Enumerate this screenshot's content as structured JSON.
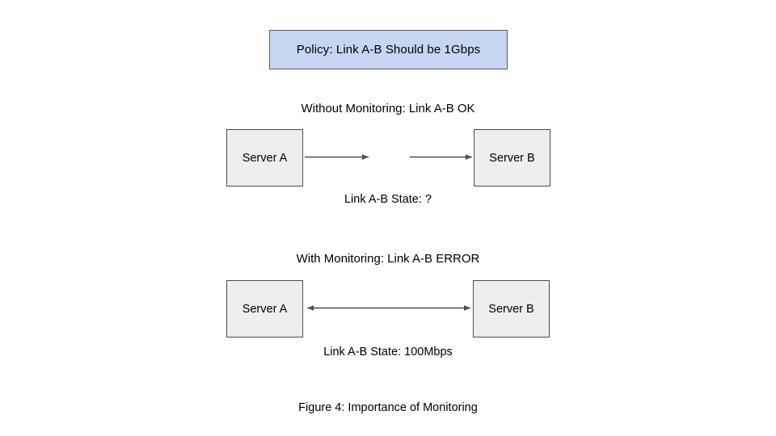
{
  "figure": {
    "caption": "Figure 4: Importance of Monitoring",
    "policy_banner": {
      "label": "Policy: Link A-B Should be 1Gbps",
      "fill_color": "#c5d5f2",
      "border_color": "#5a5e66"
    },
    "node_style": {
      "fill_color": "#eeeeee",
      "border_color": "#4d4d4d"
    },
    "edge_color": "#4d4d4d",
    "scenarios": [
      {
        "id": "without-monitoring",
        "heading": "Without Monitoring: Link A-B OK",
        "left_node": "Server A",
        "right_node": "Server B",
        "link_kind": "broken",
        "state_caption": "Link A-B State: ?"
      },
      {
        "id": "with-monitoring",
        "heading": "With Monitoring: Link A-B ERROR",
        "left_node": "Server A",
        "right_node": "Server B",
        "link_kind": "continuous",
        "state_caption": "Link A-B State: 100Mbps"
      }
    ]
  }
}
